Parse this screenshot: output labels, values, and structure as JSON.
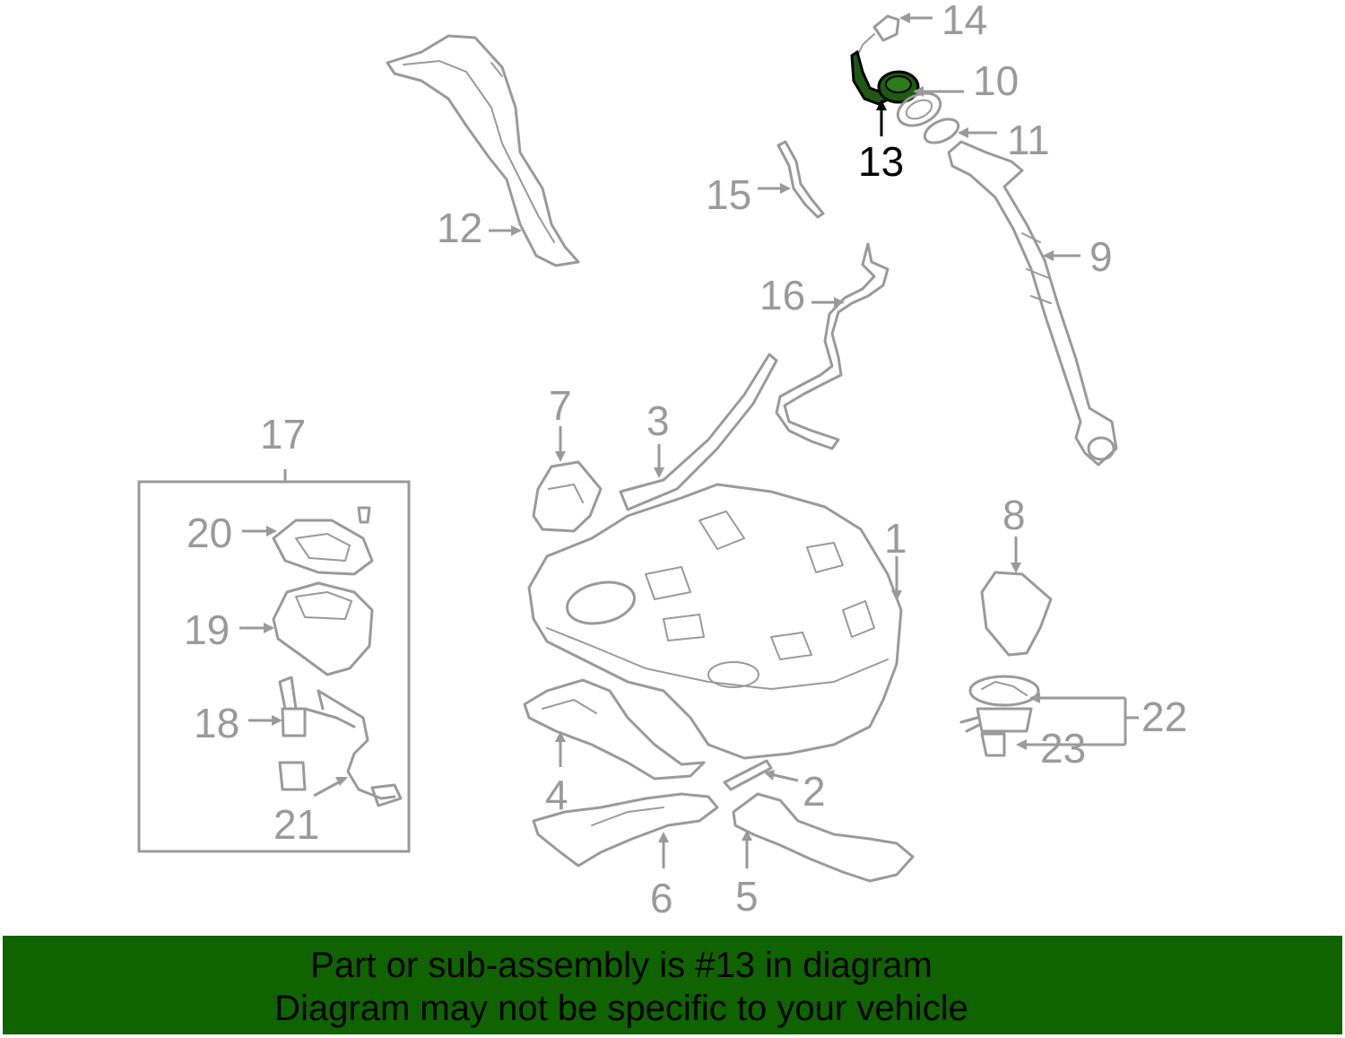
{
  "callouts": {
    "c1": "1",
    "c2": "2",
    "c3": "3",
    "c4": "4",
    "c5": "5",
    "c6": "6",
    "c7": "7",
    "c8": "8",
    "c9": "9",
    "c10": "10",
    "c11": "11",
    "c12": "12",
    "c13": "13",
    "c14": "14",
    "c15": "15",
    "c16": "16",
    "c17": "17",
    "c18": "18",
    "c19": "19",
    "c20": "20",
    "c21": "21",
    "c22": "22",
    "c23": "23"
  },
  "highlighted_part": "13",
  "colors": {
    "parts": "#9a9a9a",
    "highlight": "#1f5a12",
    "banner": "#0f6400"
  },
  "banner": {
    "line1": "Part or sub-assembly is #13 in diagram",
    "line2": "Diagram may not be specific to your vehicle"
  }
}
